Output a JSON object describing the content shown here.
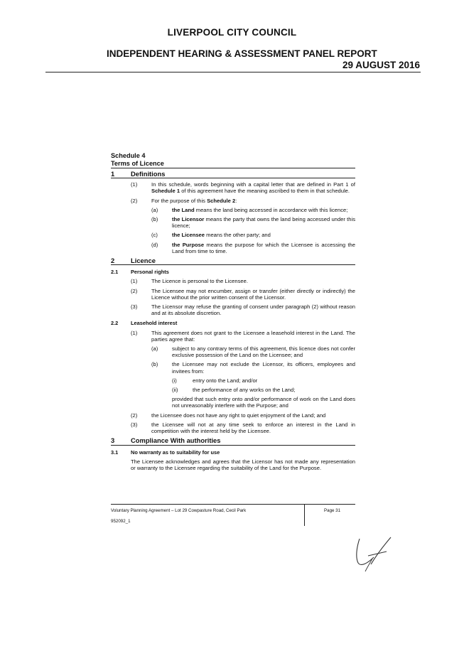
{
  "header": {
    "council": "LIVERPOOL CITY COUNCIL",
    "panel": "INDEPENDENT HEARING & ASSESSMENT PANEL REPORT",
    "date": "29 AUGUST 2016"
  },
  "schedule": {
    "title": "Schedule 4",
    "subtitle": "Terms of Licence"
  },
  "s1": {
    "num": "1",
    "title": "Definitions",
    "p1": {
      "label": "(1)",
      "text": "In this schedule, words beginning with a capital letter that are defined in Part 1 of ",
      "bold": "Schedule 1",
      "tail": " of this agreement have the meaning ascribed to them in that schedule."
    },
    "p2": {
      "label": "(2)",
      "text": "For the purpose of this ",
      "bold": "Schedule 2",
      "tail": ":"
    },
    "items": [
      {
        "label": "(a)",
        "term": "the Land",
        "text": " means the land being accessed in accordance with this licence;"
      },
      {
        "label": "(b)",
        "term": "the Licensor",
        "text": " means the party that owns the land being accessed under this licence;"
      },
      {
        "label": "(c)",
        "term": "the Licensee",
        "text": " means the other party; and"
      },
      {
        "label": "(d)",
        "term": "the Purpose",
        "text": " means the purpose for which the Licensee is accessing the Land from time to time."
      }
    ]
  },
  "s2": {
    "num": "2",
    "title": "Licence",
    "s21": {
      "num": "2.1",
      "title": "Personal rights",
      "items": [
        {
          "label": "(1)",
          "text": "The Licence is personal to the Licensee."
        },
        {
          "label": "(2)",
          "text": "The Licensee may not encumber, assign or transfer (either directly or indirectly) the Licence without the prior written consent of the Licensor."
        },
        {
          "label": "(3)",
          "text": "The Licensor may refuse the granting of consent under paragraph (2) without reason and at its absolute discretion."
        }
      ]
    },
    "s22": {
      "num": "2.2",
      "title": "Leasehold interest",
      "p1": {
        "label": "(1)",
        "text": "This agreement does not grant to the Licensee a leasehold interest in the Land. The parties agree that:"
      },
      "a": {
        "label": "(a)",
        "text": "subject to any contrary terms of this agreement, this licence does not confer exclusive possession of the Land on the Licensee; and"
      },
      "b": {
        "label": "(b)",
        "text": "the Licensee may not exclude the Licensor, its officers, employees and invitees from:"
      },
      "i": {
        "label": "(i)",
        "text": "entry onto the Land; and/or"
      },
      "ii": {
        "label": "(ii)",
        "text": "the performance of any works on the Land;"
      },
      "proviso": "provided that such entry onto and/or performance of work on the Land does not unreasonably interfere with the Purpose; and",
      "p2": {
        "label": "(2)",
        "text": "the Licensee does not have any right to quiet enjoyment of the Land; and"
      },
      "p3": {
        "label": "(3)",
        "text": "the Licensee will not at any time seek to enforce an interest in the Land in competition with the interest held by the Licensee."
      }
    }
  },
  "s3": {
    "num": "3",
    "title": "Compliance With authorities",
    "s31": {
      "num": "3.1",
      "title": "No warranty as to suitability for use",
      "text": "The Licensee acknowledges and agrees that the Licensor has not made any representation or warranty to the Licensee regarding the suitability of the Land for the Purpose."
    }
  },
  "footer": {
    "left": "Voluntary Planning Agreement – Lot 29 Cowpasture Road, Cecil Park",
    "id": "952092_1",
    "page": "Page 31"
  }
}
